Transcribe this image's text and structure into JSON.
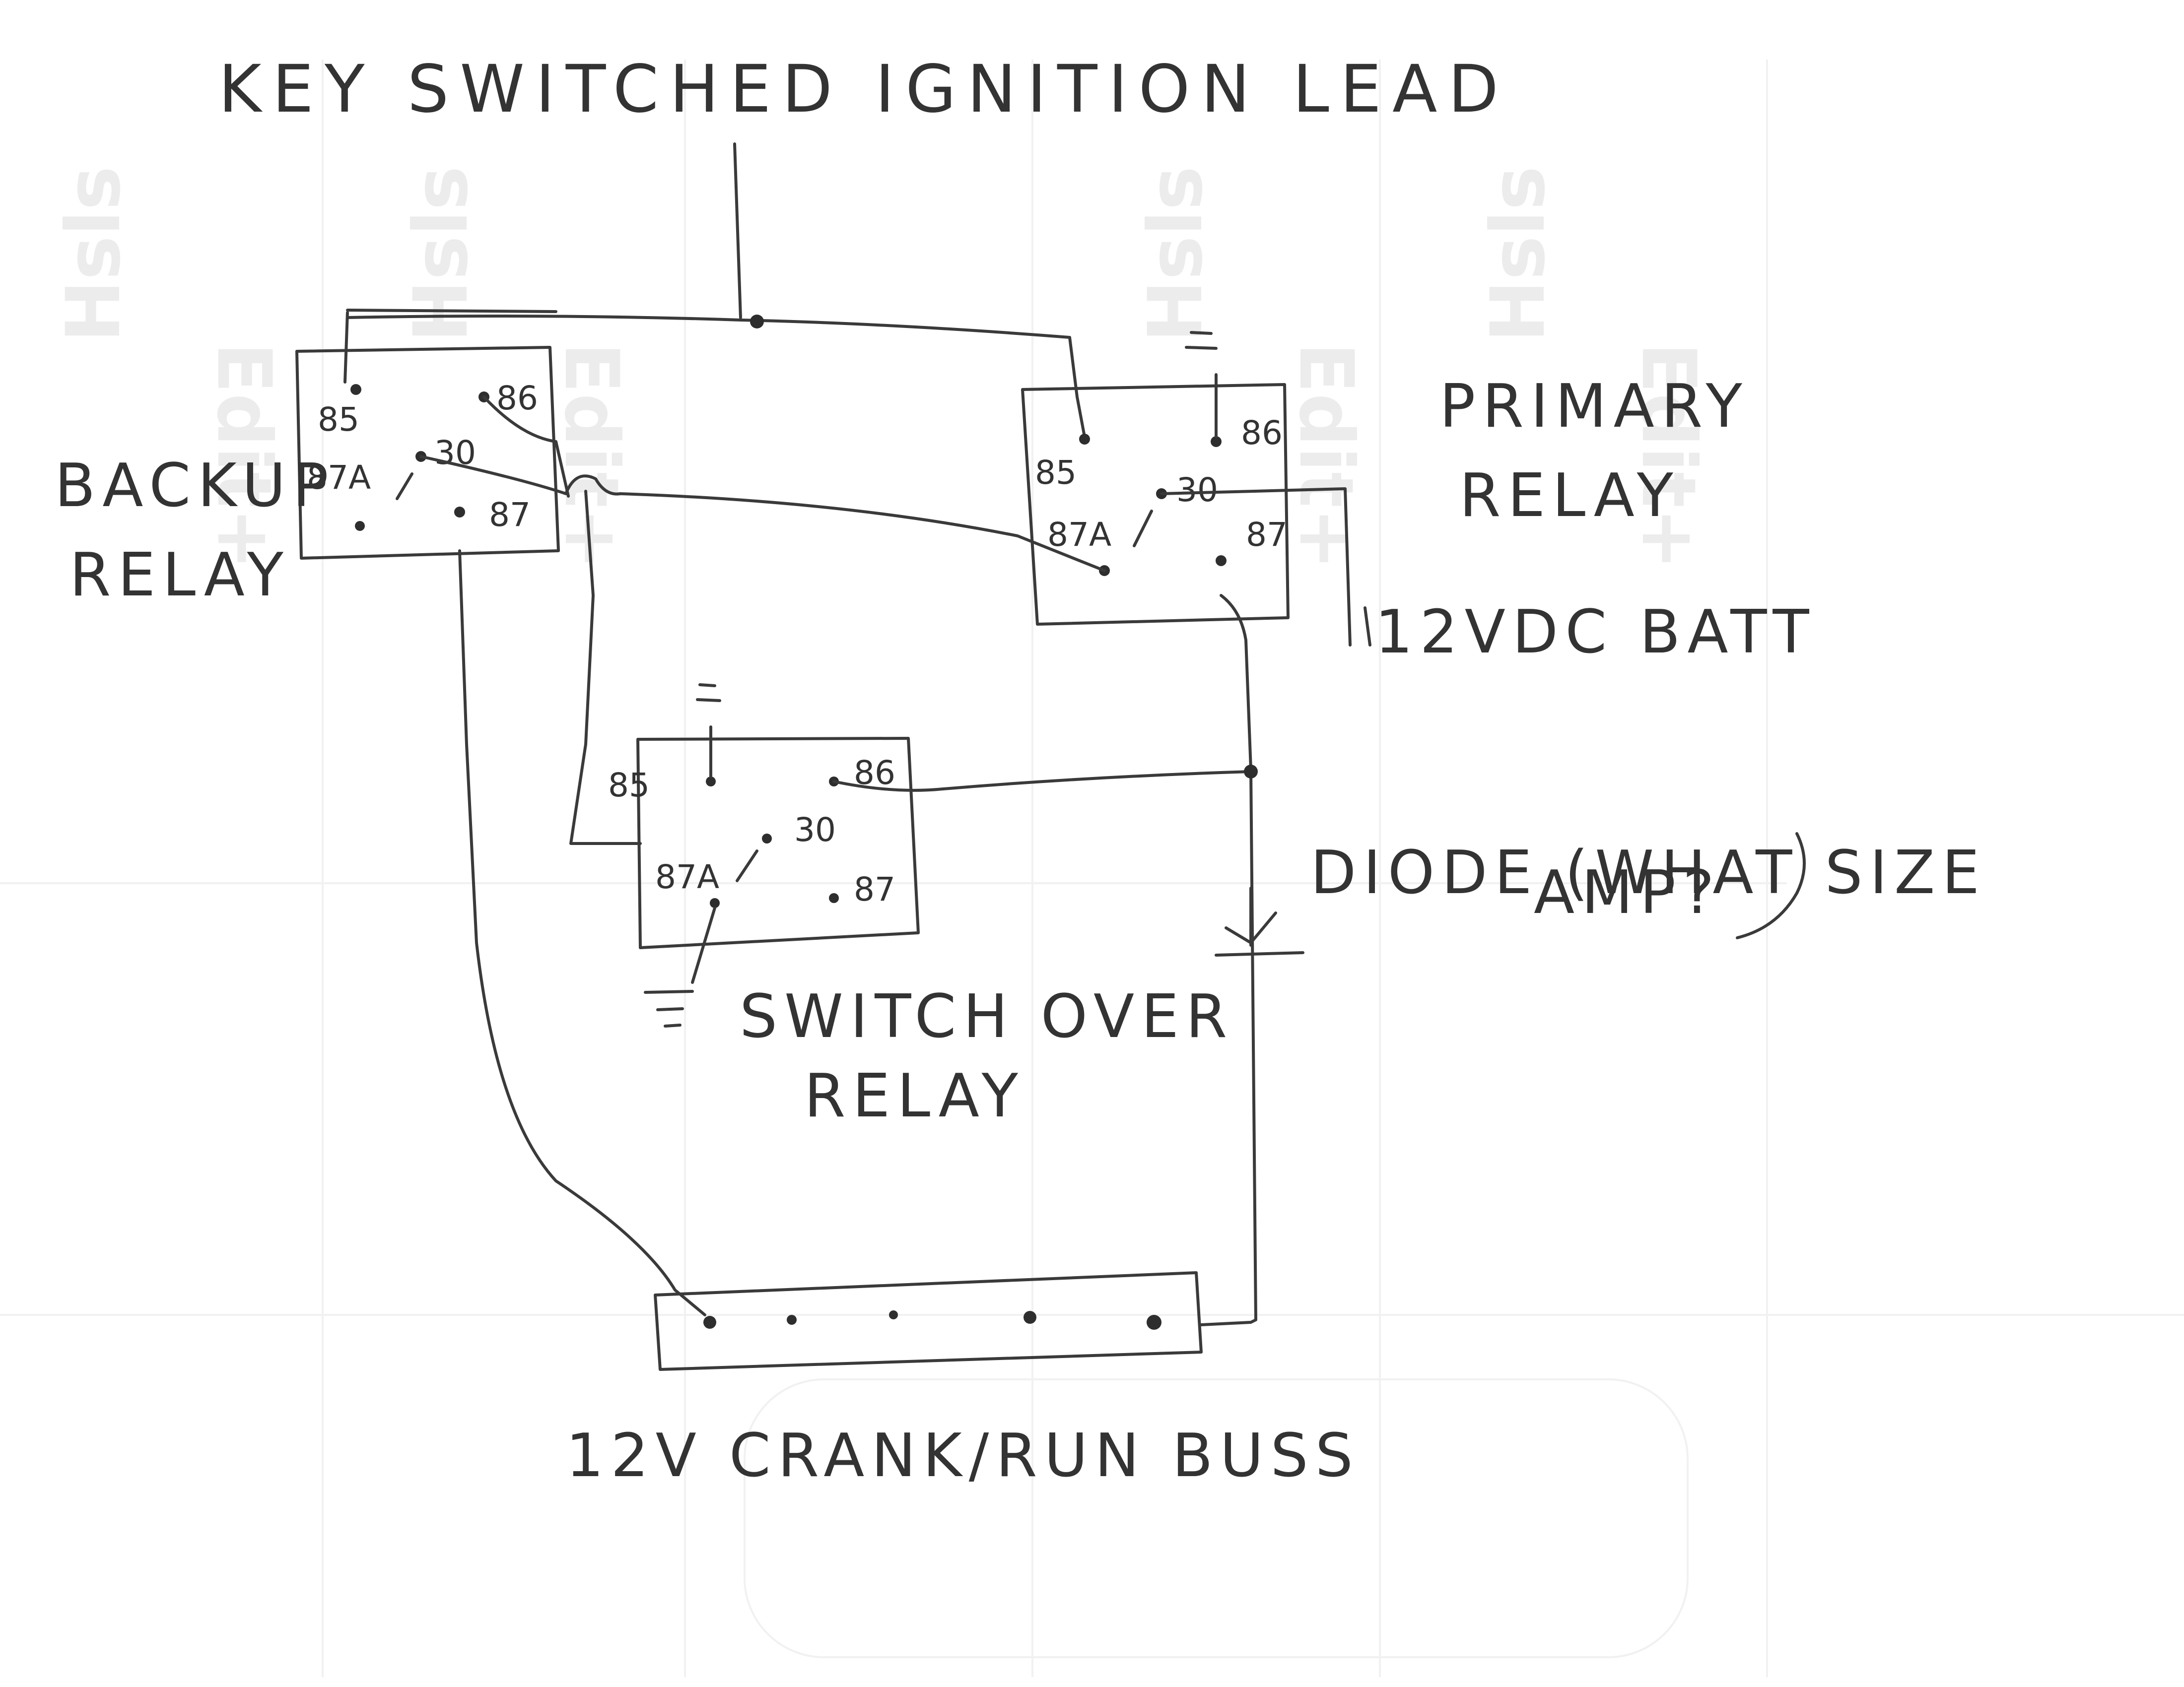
{
  "labels": {
    "ignition": "KEY SWITCHED IGNITION LEAD",
    "backup_line1": "BACKUP",
    "backup_line2": "RELAY",
    "primary_line1": "PRIMARY",
    "primary_line2": "RELAY",
    "switchover_line1": "SWITCH OVER",
    "switchover_line2": "RELAY",
    "battery": "12VDC BATT",
    "diode_line1": "DIODE (WHAT SIZE",
    "diode_line2": "AMP?",
    "bus": "12V CRANK/RUN BUSS"
  },
  "pins": {
    "p85": "85",
    "p86": "86",
    "p30": "30",
    "p87": "87",
    "p87a": "87A",
    "p87a_primary": "87A"
  },
  "background_watermark": {
    "words": [
      "Hsls",
      "Edit+",
      "Hsls",
      "Edit+",
      "Hsls",
      "Edit+",
      "Hsls",
      "Edit+"
    ]
  },
  "colors": {
    "ink": "#3a3a3a",
    "paper": "#ffffff",
    "watermark": "#ececec"
  }
}
